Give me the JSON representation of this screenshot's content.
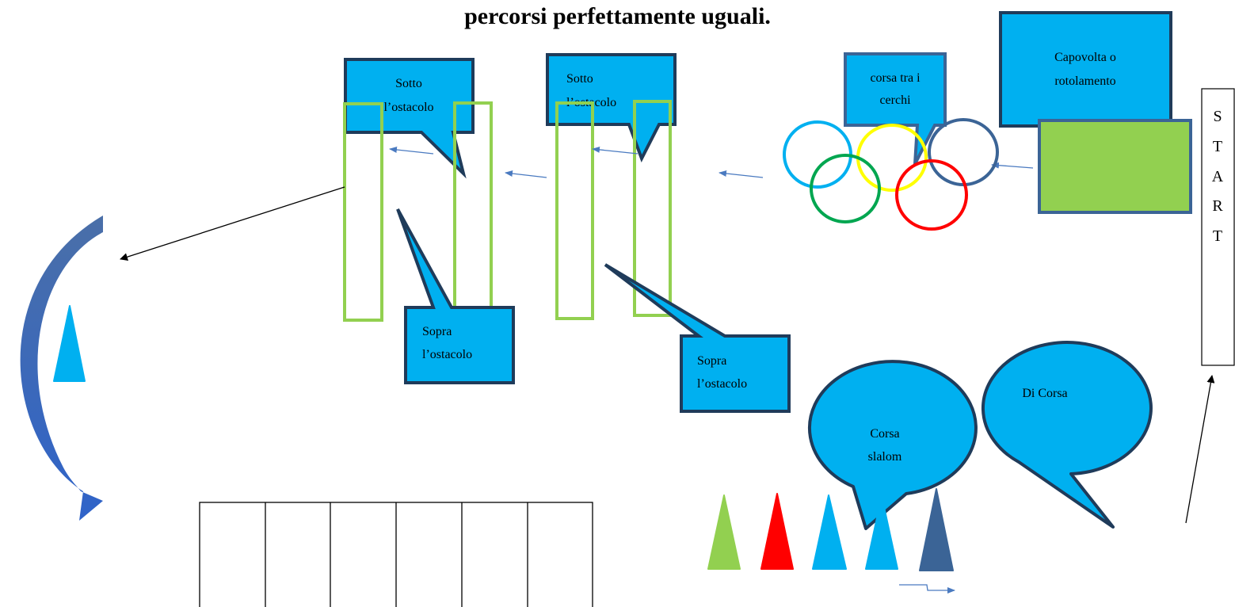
{
  "title": "percorsi perfettamente uguali.",
  "colors": {
    "callout_fill": "#00b0f0",
    "callout_stroke": "#1f3b5a",
    "hurdle_stroke": "#92d050",
    "mat_fill": "#92d050",
    "mat_stroke": "#3b6496",
    "arrow_blue": "#4a7ac0",
    "ring_colors": [
      "#00b0f0",
      "#ffff00",
      "#3b6496",
      "#00a650",
      "#ff0000"
    ],
    "cone_colors": [
      "#92d050",
      "#ff0000",
      "#00b0f0",
      "#00b0f0",
      "#3b6496"
    ]
  },
  "start": {
    "letters": [
      "S",
      "T",
      "A",
      "R",
      "T"
    ]
  },
  "stations": {
    "capovolta": [
      "Capovolta o",
      "rotolamento"
    ],
    "cerchi": [
      "corsa tra i",
      "cerchi"
    ],
    "sotto_1": [
      "Sotto",
      "l’ostacolo"
    ],
    "sotto_2": [
      "Sotto",
      "l’ostacolo"
    ],
    "sopra_1": [
      "Sopra",
      "l’ostacolo"
    ],
    "sopra_2": [
      "Sopra",
      "l’ostacolo"
    ],
    "di_corsa": [
      "Di Corsa"
    ],
    "slalom": [
      "Corsa",
      "slalom"
    ]
  },
  "ladder_cells": 6
}
